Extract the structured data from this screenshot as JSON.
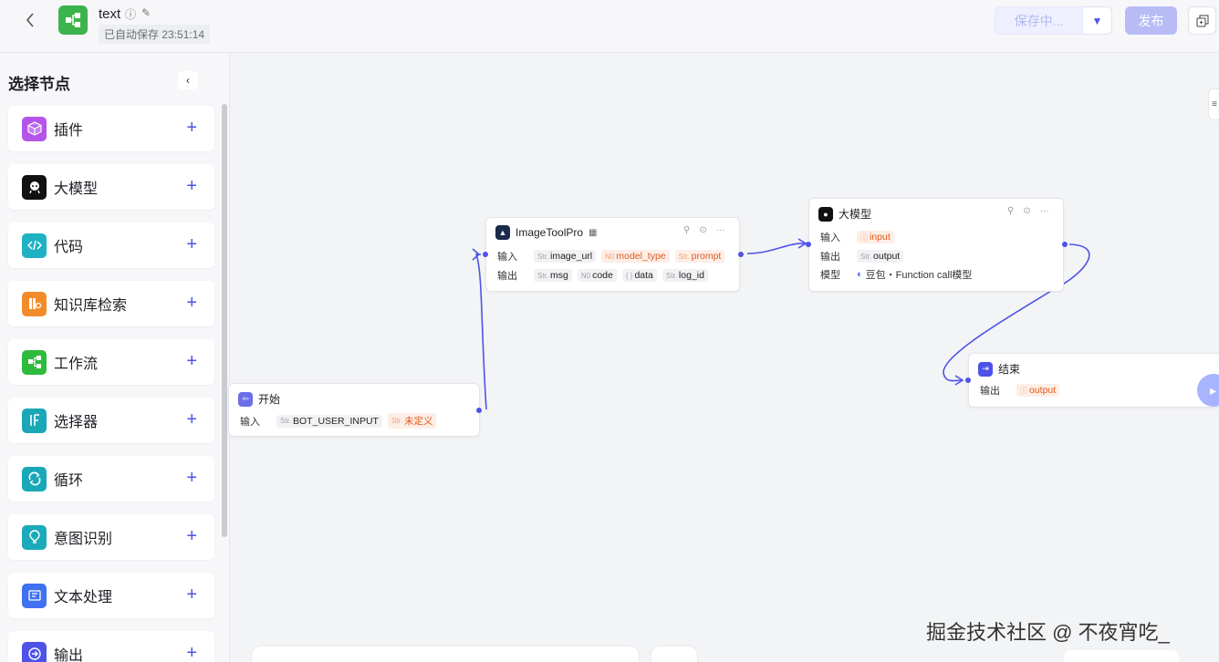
{
  "header": {
    "title": "text",
    "autosave": "已自动保存 23:51:14",
    "save_label": "保存中...",
    "publish_label": "发布"
  },
  "sidebar": {
    "title": "选择节点",
    "items": [
      {
        "label": "插件",
        "icon": "plugin-icon",
        "color": "#b554e9"
      },
      {
        "label": "大模型",
        "icon": "llm-icon",
        "color": "#111111"
      },
      {
        "label": "代码",
        "icon": "code-icon",
        "color": "#1fb1c4"
      },
      {
        "label": "知识库检索",
        "icon": "knowledge-icon",
        "color": "#f28c2a"
      },
      {
        "label": "工作流",
        "icon": "workflow-icon",
        "color": "#2ebb3d"
      },
      {
        "label": "选择器",
        "icon": "selector-icon",
        "color": "#1aa7b7"
      },
      {
        "label": "循环",
        "icon": "loop-icon",
        "color": "#19a8b8"
      },
      {
        "label": "意图识别",
        "icon": "intent-icon",
        "color": "#1aaab9"
      },
      {
        "label": "文本处理",
        "icon": "text-process-icon",
        "color": "#3f71f0"
      },
      {
        "label": "输出",
        "icon": "output-icon",
        "color": "#4d53e8"
      }
    ]
  },
  "nodes": {
    "start": {
      "title": "开始",
      "input_label": "输入",
      "input_name": "BOT_USER_INPUT",
      "undefined_tag": "未定义"
    },
    "imagetool": {
      "title": "ImageToolPro",
      "input_label": "输入",
      "output_label": "输出",
      "inputs": [
        {
          "type": "Str.",
          "name": "image_url",
          "warn": false
        },
        {
          "type": "N0",
          "name": "model_type",
          "warn": true
        },
        {
          "type": "Str.",
          "name": "prompt",
          "warn": true
        }
      ],
      "outputs": [
        {
          "type": "Str.",
          "name": "msg"
        },
        {
          "type": "N0",
          "name": "code"
        },
        {
          "type": "{ }",
          "name": "data"
        },
        {
          "type": "Str.",
          "name": "log_id"
        }
      ]
    },
    "llm": {
      "title": "大模型",
      "input_label": "输入",
      "output_label": "输出",
      "model_label": "模型",
      "input_name": "input",
      "output_name": "output",
      "model_value": "豆包・Function call模型"
    },
    "end": {
      "title": "结束",
      "output_label": "输出",
      "output_name": "output"
    }
  },
  "watermark": "掘金技术社区 @ 不夜宵吃_",
  "colors": {
    "accent": "#4d53e8",
    "warn": "#e25a1c"
  }
}
